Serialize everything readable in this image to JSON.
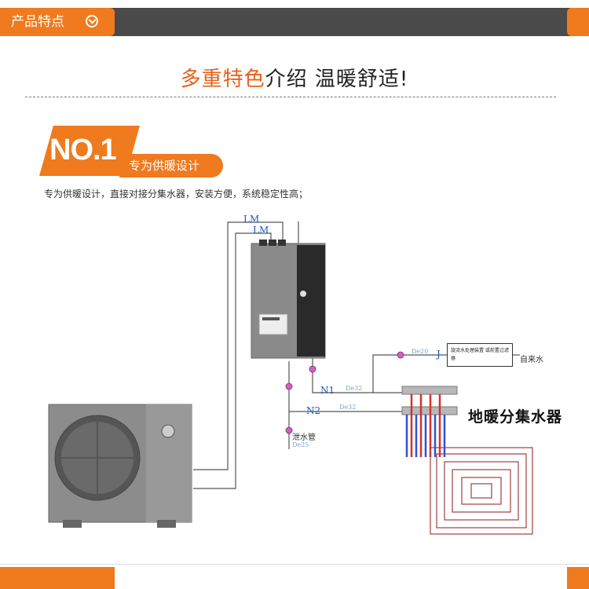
{
  "header": {
    "tab_label": "产品特点",
    "tab_icon": "chevron-down-circle-icon"
  },
  "heading": {
    "highlight": "多重特色",
    "rest": "介绍 温暖舒适!"
  },
  "feature": {
    "badge": "NO.1",
    "title": "专为供暖设计",
    "description": "专为供暖设计，直接对接分集水器，安装方便，系统稳定性高；"
  },
  "diagram": {
    "lm_top": "LM",
    "lm_inner": "LM",
    "j": "J",
    "n1": "N1",
    "n2": "N2",
    "dn20": "De20",
    "dn32_a": "De32",
    "dn32_b": "De32",
    "dn25": "De25",
    "tap_water": "自来水",
    "drain": "泄水管",
    "filter_box": "旋流水处理装置 或前置过滤器",
    "manifold": "地暖分集水器"
  },
  "colors": {
    "accent": "#f07a1e",
    "header_bar": "#4a4a4a",
    "heading_highlight": "#e8601a"
  }
}
